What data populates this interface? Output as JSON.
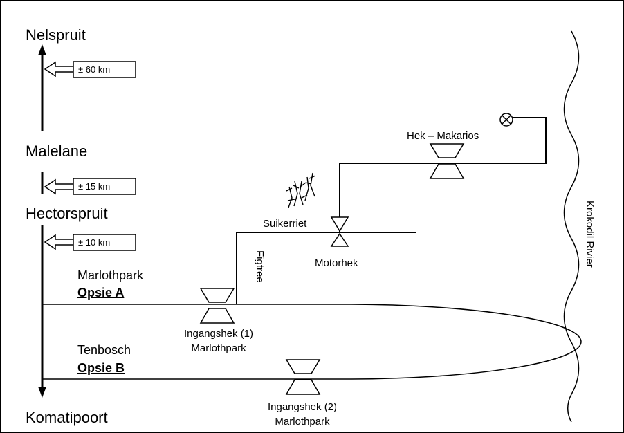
{
  "towns": {
    "nelspruit": "Nelspruit",
    "malelane": "Malelane",
    "hectorspruit": "Hectorspruit",
    "komatipoort": "Komatipoort"
  },
  "distances": {
    "nelspruit_malelane": "± 60 km",
    "malelane_hectorspruit": "± 15 km",
    "hectorspruit_marlothpark": "± 10 km"
  },
  "options": {
    "a": {
      "place": "Marlothpark",
      "label": "Opsie A"
    },
    "b": {
      "place": "Tenbosch",
      "label": "Opsie B"
    }
  },
  "gates": {
    "gate1": {
      "line1": "Ingangshek (1)",
      "line2": "Marlothpark"
    },
    "gate2": {
      "line1": "Ingangshek (2)",
      "line2": "Marlothpark"
    },
    "makarios": "Hek – Makarios",
    "motorhek": "Motorhek"
  },
  "features": {
    "figtree": "Figtree",
    "suikerriet": "Suikerriet",
    "river": "Krokodil Rivier"
  },
  "icons": [
    "road-arrow-icon",
    "gate-icon",
    "valve-icon",
    "target-marker-icon",
    "sugarcane-icon"
  ]
}
